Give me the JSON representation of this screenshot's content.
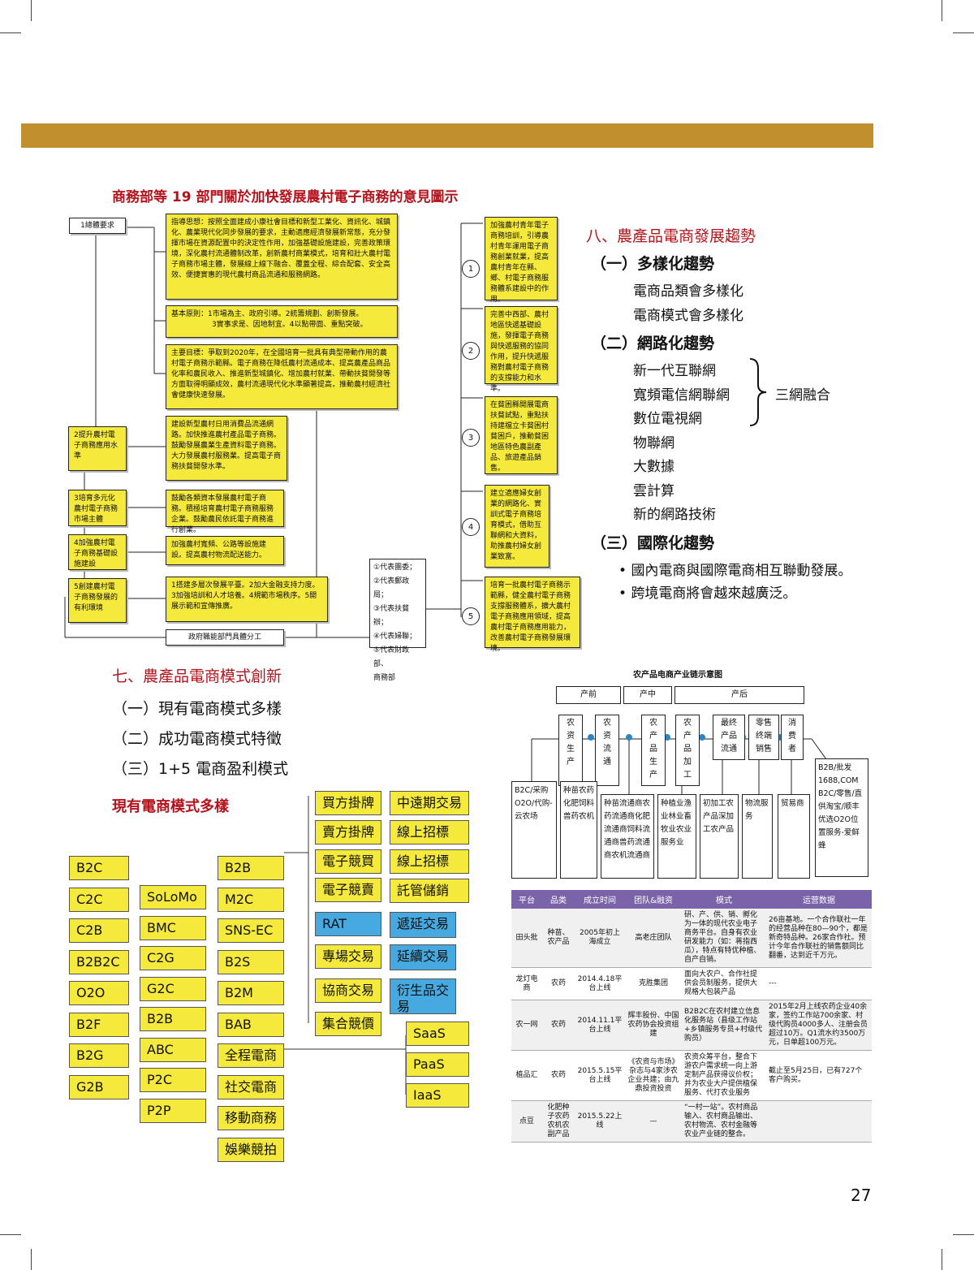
{
  "page_number": "27",
  "opinion_diagram": {
    "title": "商務部等 19 部門關於加快發展農村電子商務的意見圖示",
    "root": "1總體要求",
    "guiding": "指導思想：按照全面建成小康社會目標和新型工業化、資訊化、城鎮化、農業現代化同步發展的要求，主動適應經濟發展新常態，充分發揮市場在資源配置中的決定性作用，加強基礎設施建設，完善政策環境，深化農村流通體制改革，創新農村商業模式，培育和壯大農村電子商務市場主體，發展線上線下融合、覆蓋全程、綜合配套、安全高效、便捷實惠的現代農村商品流通和服務網路。",
    "principles_l1": "基本原則：1市場為主、政府引導。2統籌規劃、創新發展。",
    "principles_l2": "3實事求是、因地制宜。4以點帶面、重點突破。",
    "goals": "主要目標：爭取到2020年，在全國培育一批具有典型帶動作用的農村電子商務示範縣。電子商務在降低農村流通成本、提高農產品商品化率和農民收入、推進新型城鎮化、增加農村就業、帶動扶貧開發等方面取得明顯成效，農村流通現代化水準顯著提高，推動農村經濟社會健康快速發展。",
    "left_items": [
      "2提升農村電子商務應用水準",
      "3培育多元化農村電子商務市場主體",
      "4加強農村電子商務基礎設施建設",
      "5創建農村電子商務發展的有利環境"
    ],
    "middle_items": [
      "建設新型農村日用消費品流通網路。加快推進農村產品電子商務。鼓勵發展農業生產資料電子商務。大力發展農村服務業。提高電子商務扶貧開發水準。",
      "鼓勵各類資本發展農村電子商務。積極培育農村電子商務服務企業。鼓勵農民依託電子商務進行創業。",
      "加強農村寬頻、公路等設施建設。提高農村物流配送能力。",
      "1搭建多層次發展平臺。2加大金融支持力度。3加強培訓和人才培養。4規範市場秩序。5開展示範和宣傳推廣。"
    ],
    "bottom_box": "政府職能部門具體分工",
    "agencies": [
      "①代表團委；",
      "②代表郵政局；",
      "③代表扶貧辦；",
      "④代表婦聯；",
      "⑤代表財政部、",
      "商務部"
    ],
    "right_nums": [
      "1",
      "2",
      "3",
      "4",
      "5"
    ],
    "right_items": [
      "加強農村青年電子商務培訓，引導農村青年運用電子商務創業就業，提高農村青年在縣、鄉、村電子商務服務體系建設中的作用。",
      "完善中西部、農村地區快遞基礎設施，發揮電子商務與快遞服務的協同作用，提升快遞服務對農村電子商務的支撐能力和水準。",
      "在貧困縣開展電商扶貧試點，重點扶持建檔立卡貧困村貧困戶，推動貧困地區特色農副產品、旅遊產品銷售。",
      "建立適應婦女創業的網路化、實訓式電子商務培育模式，借助互聯網和大資料，助推農村婦女創業致富。",
      "培育一批農村電子商務示範縣，健全農村電子商務支撐服務體系，擴大農村電子商務應用領域，提高農村電子商務應用能力，改善農村電子商務發展環境。"
    ]
  },
  "trends": {
    "title": "八、農產品電商發展趨勢",
    "s1": "（一）多樣化趨勢",
    "s1_items": [
      "電商品類會多樣化",
      "電商模式會多樣化"
    ],
    "s2": "（二）網路化趨勢",
    "s2_items": [
      "新一代互聯網",
      "寬頻電信網聯網",
      "數位電視網",
      "物聯網",
      "大數據",
      "雲計算",
      "新的網路技術"
    ],
    "brace_label": "三網融合",
    "s3": "（三）國際化趨勢",
    "s3_items": [
      "國內電商與國際電商相互聯動發展。",
      "跨境電商將會越來越廣泛。"
    ]
  },
  "innovation": {
    "title": "七、農產品電商模式創新",
    "items": [
      "（一）現有電商模式多樣",
      "（二）成功電商模式特徵",
      "（三）1+5 電商盈利模式"
    ],
    "models_title": "現有電商模式多樣",
    "col1": [
      "B2C",
      "C2C",
      "C2B",
      "B2B2C",
      "O2O",
      "B2F",
      "B2G",
      "G2B"
    ],
    "col2": [
      "SoLoMo",
      "BMC",
      "C2G",
      "G2C",
      "B2B",
      "ABC",
      "P2C",
      "P2P"
    ],
    "col3": [
      "B2B",
      "M2C",
      "SNS-EC",
      "B2S",
      "B2M",
      "BAB",
      "全程電商",
      "社交電商",
      "移動商務",
      "娛樂競拍"
    ],
    "col4": [
      "買方掛牌",
      "賣方掛牌",
      "電子競買",
      "電子競賣",
      "RAT",
      "專場交易",
      "協商交易",
      "集合競價"
    ],
    "col5_yellow": [
      "中遠期交易",
      "線上招標",
      "線上招標",
      "託管儲銷"
    ],
    "col5_blue": [
      "遞延交易",
      "延續交易",
      "衍生品交易"
    ],
    "cloud": [
      "SaaS",
      "PaaS",
      "IaaS"
    ]
  },
  "chain": {
    "title": "农产品电商产业链示意图",
    "stages": [
      "产前",
      "产中",
      "产后"
    ],
    "nodes": [
      "农资生产",
      "农资流通",
      "农产品生产",
      "农产品加工",
      "最终产品流通",
      "零售终端销售",
      "消费者"
    ],
    "bottom": [
      "B2C/采购 O2O/代购-云农场",
      "种苗农药化肥饲料兽药农机",
      "种苗流通商农药流通商化肥流通商饲料流通商兽药流通商农机流通商",
      "种植业渔业林业畜牧业农业服务业",
      "初加工农产品深加工农产品",
      "物流服务",
      "贸易商",
      "B2B/批发1688,COM B2C/零售/直供淘宝/顺丰优选O2O位置服务-爱鲜蜂"
    ]
  },
  "biz_table": {
    "headers": [
      "平台",
      "品类",
      "成立时间",
      "团队&融资",
      "模式",
      "运营数据"
    ],
    "rows": [
      [
        "田头批",
        "种苗、农产品",
        "2005年初上海成立",
        "高老庄团队",
        "研、产、供、销、孵化为一体的现代农业电子商务平台。自身有农业研发能力（如：蒋指西瓜），特点有特优种植、自产自销。",
        "26亩基地。一个合作联社一年的经营品种在80—90个，都是新奇特品种。26家合作社。预计今年合作联社的销售额同比翻番，达到近千万元。"
      ],
      [
        "龙灯电商",
        "农药",
        "2014.4.18平台上线",
        "克胜集团",
        "面向大农户、合作社提供会员制服务，提供大规格大包装产品",
        "---"
      ],
      [
        "农一网",
        "农药",
        "2014.11.1平台上线",
        "辉丰股份、中国农药协会投资组建",
        "B2B2C在农村建立信息化服务站（县级工作站+乡镇服务专员+村级代购员）",
        "2015年2月上线农药企业40余家，签约工作站700余家、村级代购员4000多人、注册会员超过10万。Q1流水约3500万元，日单超100万元。"
      ],
      [
        "植品汇",
        "农药",
        "2015.5.15平台上线",
        "《农资与市场》杂志与4家涉农企业共建；由九鼎投资投资",
        "农资众筹平台，整合下游农户需求统一向上游定制产品获得议价权；并为农业大户提供植保服务、代打农业服务",
        "截止至5月25日，已有727个客户购买。"
      ],
      [
        "点豆",
        "化肥种子农药农机农副产品",
        "2015.5.22上线",
        "—",
        "“一村一站”。农村商品输入、农村商品输出、农村物流、农村金融等农业产业链的整合。",
        ""
      ]
    ]
  },
  "colors": {
    "band": "#c18f2d",
    "yellow": "#f5ea3c",
    "blue": "#46a9e0",
    "red": "#b5121b",
    "purple": "#7a63a8"
  }
}
